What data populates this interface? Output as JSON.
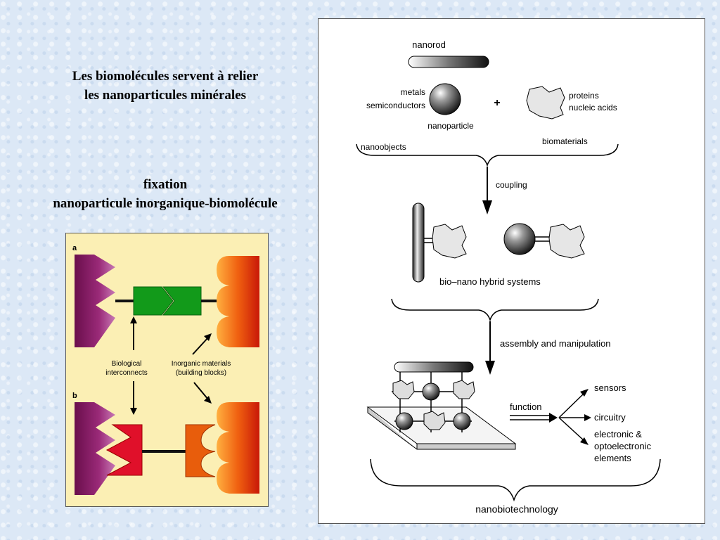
{
  "slide": {
    "title_line1": "Les biomolécules servent à relier",
    "title_line2": "les nanoparticules minérales",
    "subtitle_line1": "fixation",
    "subtitle_line2": "nanoparticule inorganique-biomolécule"
  },
  "left_figure": {
    "label_a": "a",
    "label_b": "b",
    "bio_label_line1": "Biological",
    "bio_label_line2": "interconnects",
    "inorg_label_line1": "Inorganic materials",
    "inorg_label_line2": "(building blocks)",
    "colors": {
      "purple": "#7a1458",
      "green": "#129a1a",
      "red": "#e0102a",
      "orange": "#f07010",
      "orange_block": "#e85d0c"
    }
  },
  "right_figure": {
    "nanorod": "nanorod",
    "metals": "metals",
    "semiconductors": "semiconductors",
    "nanoparticle": "nanoparticle",
    "plus": "+",
    "proteins": "proteins",
    "nucleic_acids": "nucleic acids",
    "nanoobjects": "nanoobjects",
    "biomaterials": "biomaterials",
    "coupling": "coupling",
    "bio_nano": "bio–nano hybrid systems",
    "assembly": "assembly and manipulation",
    "function": "function",
    "sensors": "sensors",
    "circuitry": "circuitry",
    "electronic": "electronic &",
    "optoelectronic": "optoelectronic",
    "elements": "elements",
    "nanobiotech": "nanobiotechnology"
  }
}
